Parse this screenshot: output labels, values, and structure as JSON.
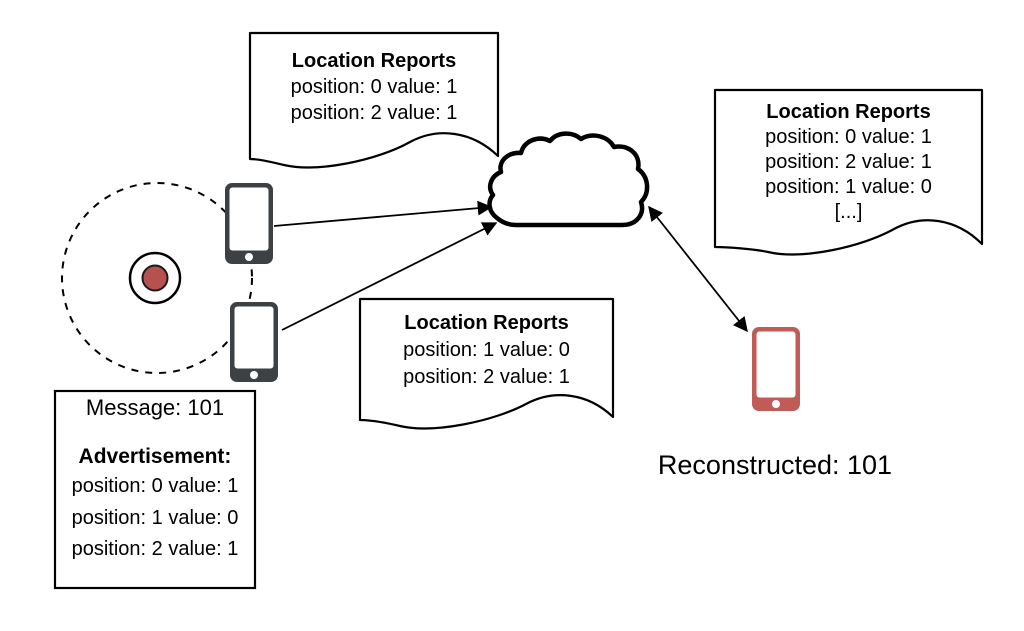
{
  "docs": {
    "top": {
      "title": "Location Reports",
      "lines": [
        "position: 0 value: 1",
        "position: 2 value: 1"
      ]
    },
    "right": {
      "title": "Location Reports",
      "lines": [
        "position: 0 value: 1",
        "position: 2 value: 1",
        "position: 1 value: 0",
        "[...]"
      ]
    },
    "middle": {
      "title": "Location Reports",
      "lines": [
        "position: 1 value: 0",
        "position: 2 value: 1"
      ]
    }
  },
  "advertisement": {
    "message": "Message: 101",
    "heading": "Advertisement:",
    "lines": [
      "position: 0 value: 1",
      "position: 1 value: 0",
      "position: 2 value: 1"
    ]
  },
  "reconstructed_label": "Reconstructed: 101",
  "icons": {
    "beacon": "red-beacon-dot",
    "broadcast_range": "dashed-range-circle",
    "reporter_phone": "smartphone",
    "cloud": "cloud-server",
    "owner_phone": "smartphone-red"
  },
  "colors": {
    "beacon_red": "#b5514f",
    "phone_red": "#c05b58",
    "phone_dark": "#3d4144",
    "stroke": "#000000"
  }
}
